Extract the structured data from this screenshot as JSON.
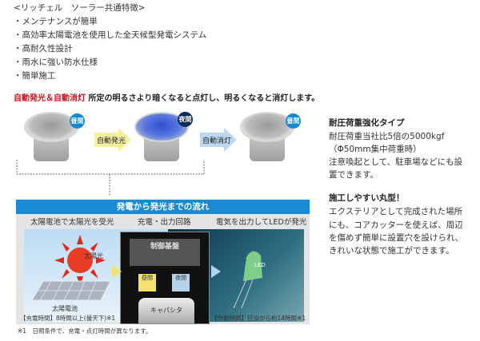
{
  "features": {
    "title": "<リッチェル　ソーラー共通特徴>",
    "items": [
      "・メンテナンスが簡単",
      "・高効率太陽電池を使用した全天候型発電システム",
      "・高耐久性設計",
      "・雨水に強い防水仕様",
      "・簡単施工"
    ]
  },
  "auto": {
    "label": "自動発光＆自動消灯",
    "text": "所定の明るさより暗くなると点灯し、明るくなると消灯します。"
  },
  "states": {
    "day1": "昼間",
    "arrow1": "自動発光",
    "night": "夜間",
    "arrow2": "自動消灯",
    "day2": "昼間"
  },
  "flow": {
    "title": "発電から発光までの流れ",
    "col1": "太陽電池で太陽光を受光",
    "col2": "充電・出力回路",
    "col3": "電気を出力してLEDが発光",
    "sunlight": "太陽光",
    "panel": "太陽電池",
    "charge_time": "【充電時間】8時間以上(曇天下)※1",
    "board": "制御基盤",
    "day": "昼間",
    "night": "夜間",
    "capacitor": "キャパシタ",
    "led": "LED",
    "run_time": "【作動時間】日没から約14時間※1"
  },
  "footnote": "※1　日照条件で、充電・点灯時間が異なります。",
  "right": {
    "h1": "耐圧荷重強化タイプ",
    "p1": [
      "耐圧荷重当社比5倍の5000kgf",
      "（Φ50mm集中荷重時）",
      "注意喚起として、駐車場などにも設",
      "置できます。"
    ],
    "h2": "施工しやすい丸型！",
    "p2": [
      "エクステリアとして完成された場所",
      "にも、コアカッターを使えば、周辺",
      "を傷めず簡単に設置穴を設けられ、",
      "きれいな状態で施工ができます。"
    ]
  }
}
